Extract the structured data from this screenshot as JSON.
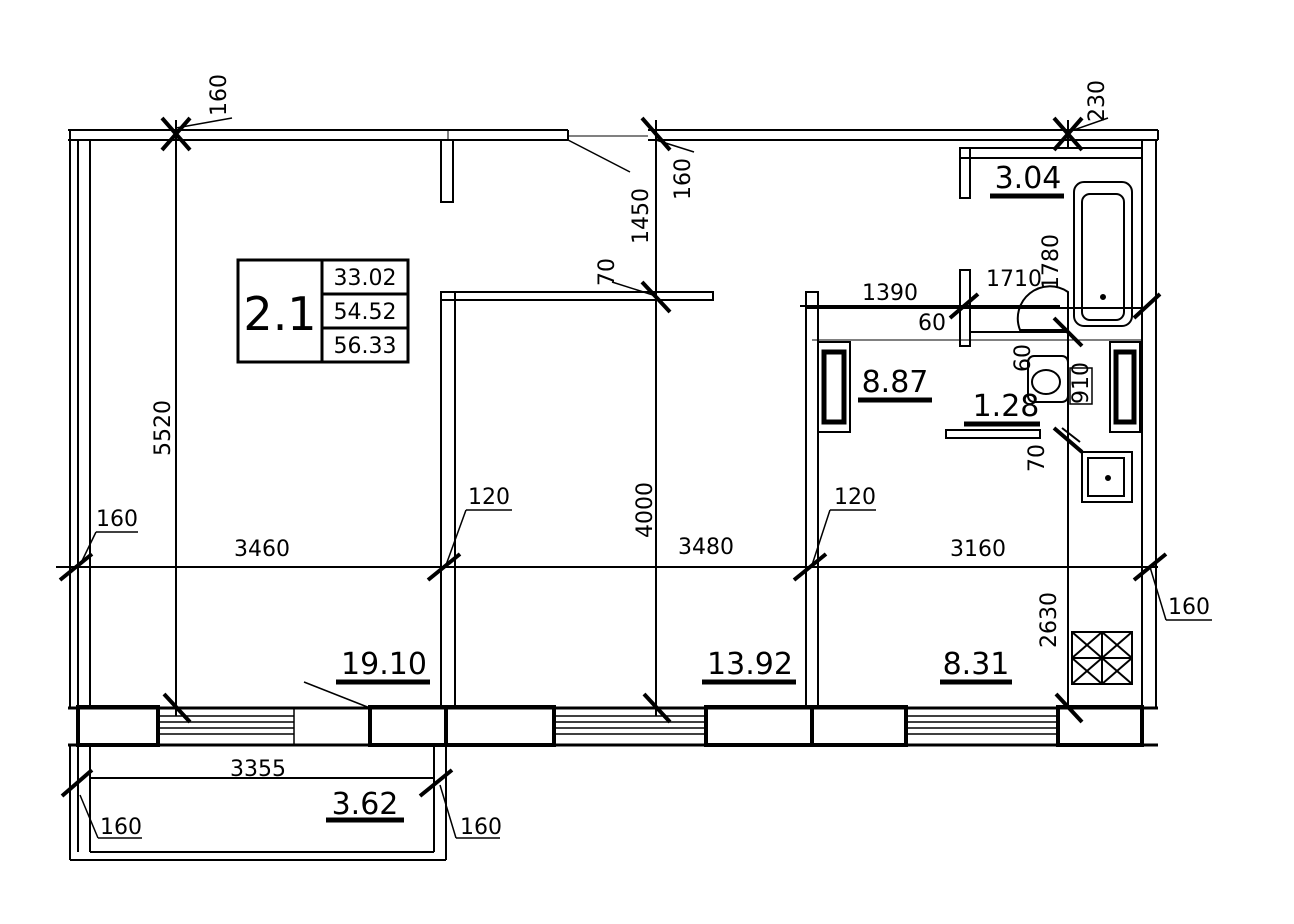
{
  "apartment": {
    "code": "2.1",
    "areas": [
      "33.02",
      "54.52",
      "56.33"
    ]
  },
  "rooms": {
    "living_left": "19.10",
    "living_mid": "13.92",
    "bedroom_right": "8.31",
    "hall": "8.87",
    "wc": "1.28",
    "bath": "3.04",
    "balcony": "3.62"
  },
  "dimensions": {
    "wall_top_left": "160",
    "wall_top_mid": "160",
    "wall_top_right": "230",
    "depth_top": "1450",
    "partition_70_top": "70",
    "height_left": "5520",
    "height_mid": "4000",
    "wall_left": "160",
    "wall_right": "160",
    "partition_left": "120",
    "partition_right": "120",
    "width_left": "3460",
    "width_mid": "3480",
    "width_right": "3160",
    "hall_width": "1390",
    "bath_width": "1710",
    "bath_height": "1780",
    "wc_gap_60a": "60",
    "wc_gap_60b": "60",
    "wc_gap_70": "70",
    "wc_height": "910",
    "kitchen_height": "2630",
    "balcony_width": "3355",
    "balcony_wall_left": "160",
    "balcony_wall_right": "160"
  }
}
